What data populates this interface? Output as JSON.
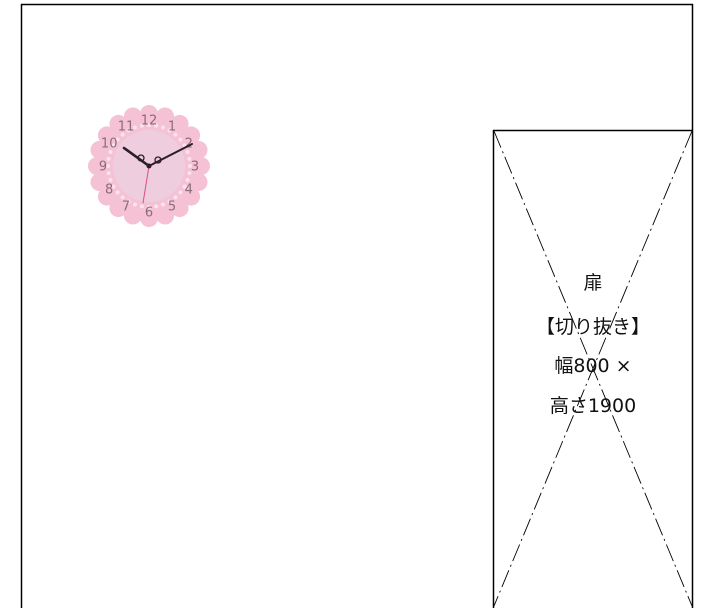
{
  "door": {
    "line1": "扉",
    "line2": "【切り抜き】",
    "line3": "幅800 ×",
    "line4": "高さ1900"
  },
  "clock": {
    "numerals": [
      "12",
      "1",
      "2",
      "3",
      "4",
      "5",
      "6",
      "7",
      "8",
      "9",
      "10",
      "11"
    ],
    "face_color": "#f4c2d4",
    "face_inner_color": "#eccfe1",
    "numeral_color": "#8c6b78",
    "second_hand_color": "#e0507a"
  },
  "colors": {
    "line": "#000000",
    "background": "#ffffff"
  }
}
